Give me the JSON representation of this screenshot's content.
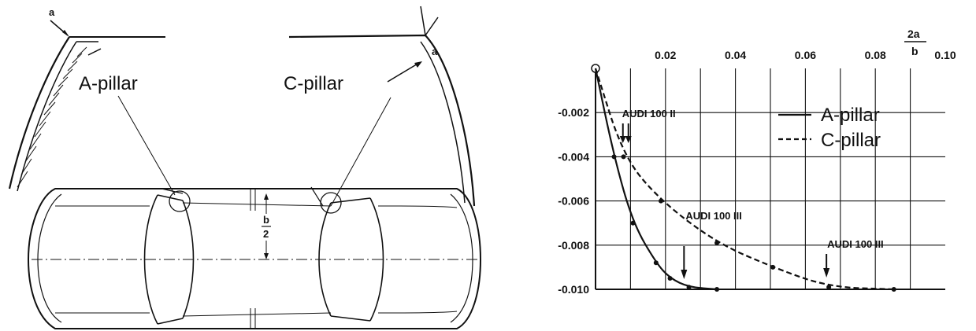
{
  "left_figure": {
    "a_pillar_label": "A-pillar",
    "c_pillar_label": "C-pillar",
    "radius_label_a": "a",
    "radius_label_c": "a",
    "half_width_numerator": "b",
    "half_width_denominator": "2"
  },
  "chart_data": {
    "type": "line",
    "xlabel_numerator": "2a",
    "xlabel_denominator": "b",
    "xlim": [
      0,
      0.1
    ],
    "ylim": [
      -0.01,
      0
    ],
    "x_tick_labels": [
      "0.02",
      "0.04",
      "0.06",
      "0.08",
      "0.10"
    ],
    "y_tick_labels": [
      "-0.002",
      "-0.004",
      "-0.006",
      "-0.008",
      "-0.010"
    ],
    "grid": true,
    "legend_position": "top-right",
    "series": [
      {
        "name": "A-pillar",
        "style": "solid",
        "points": [
          [
            0.0,
            0.0
          ],
          [
            0.0053,
            -0.004
          ],
          [
            0.0107,
            -0.007
          ],
          [
            0.0173,
            -0.0088
          ],
          [
            0.0213,
            -0.0095
          ],
          [
            0.0267,
            -0.0099
          ],
          [
            0.0347,
            -0.01
          ]
        ]
      },
      {
        "name": "C-pillar",
        "style": "dashed",
        "points": [
          [
            0.0,
            0.0
          ],
          [
            0.008,
            -0.004
          ],
          [
            0.0187,
            -0.006
          ],
          [
            0.0347,
            -0.0079
          ],
          [
            0.0507,
            -0.009
          ],
          [
            0.0667,
            -0.0099
          ],
          [
            0.0853,
            -0.01
          ]
        ]
      }
    ],
    "annotations": [
      {
        "text": "AUDI 100 II",
        "x": 0.0067
      },
      {
        "text": "AUDI 100 III",
        "x": 0.0253
      },
      {
        "text": "AUDI 100 III",
        "x": 0.0667
      }
    ]
  }
}
